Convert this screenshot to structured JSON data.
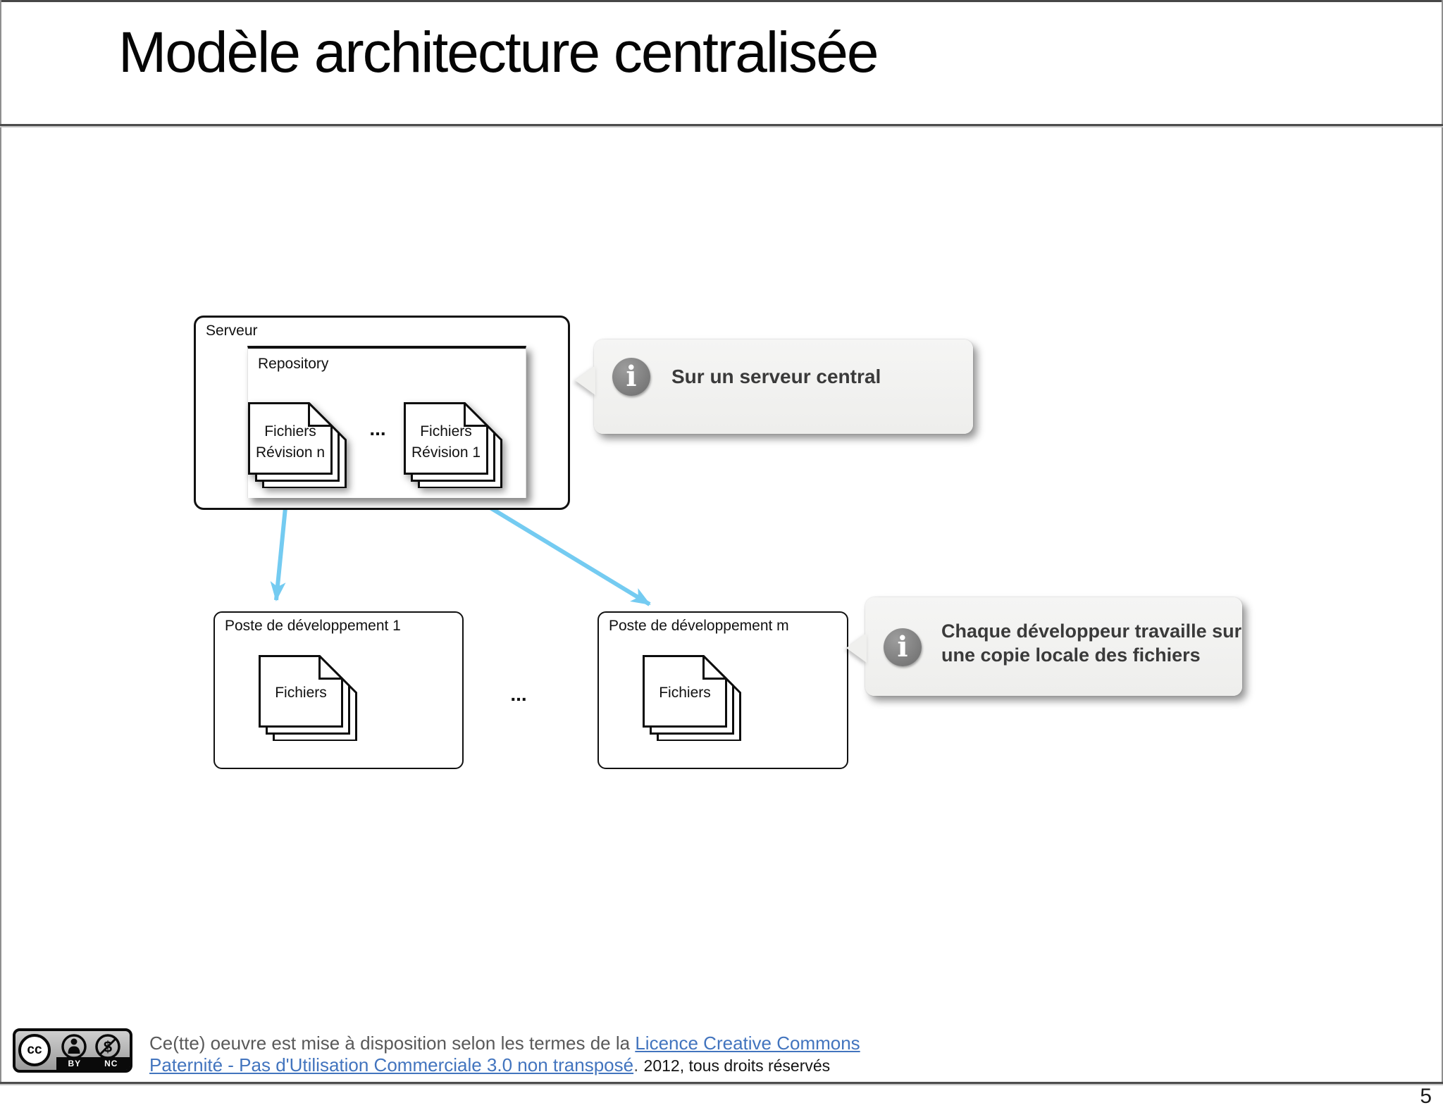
{
  "slide": {
    "title": "Modèle architecture centralisée",
    "page_number": "5"
  },
  "diagram": {
    "server": {
      "label": "Serveur",
      "repository": {
        "label": "Repository",
        "ellipsis": "...",
        "stacks": [
          {
            "line1": "Fichiers",
            "line2": "Révision n"
          },
          {
            "line1": "Fichiers",
            "line2": "Révision 1"
          }
        ]
      }
    },
    "workstations_ellipsis": "...",
    "workstations": [
      {
        "label": "Poste de développement 1",
        "files_label": "Fichiers"
      },
      {
        "label": "Poste de développement m",
        "files_label": "Fichiers"
      }
    ],
    "callouts": [
      {
        "icon": "info-icon",
        "text": "Sur un serveur central"
      },
      {
        "icon": "info-icon",
        "text": "Chaque développeur travaille sur\nune copie locale des fichiers"
      }
    ],
    "info_glyph": "i"
  },
  "footer": {
    "license_prefix": "Ce(tte) oeuvre est mise à disposition selon les termes de la ",
    "license_link_line1": "Licence Creative Commons",
    "license_link_line2": "Paternité - Pas d'Utilisation Commerciale 3.0 non transposé",
    "license_suffix": ". ",
    "rights": "2012, tous droits réservés",
    "cc_badge": {
      "logo_text": "cc",
      "by_label": "BY",
      "nc_label": "NC",
      "nc_symbol": "$"
    }
  },
  "colors": {
    "arrow_blue": "#74CBF1",
    "callout_fill": "#F1F1EF",
    "info_icon_gray": "#8A8A8A",
    "link_blue": "#4274BE",
    "border_black": "#111111"
  }
}
